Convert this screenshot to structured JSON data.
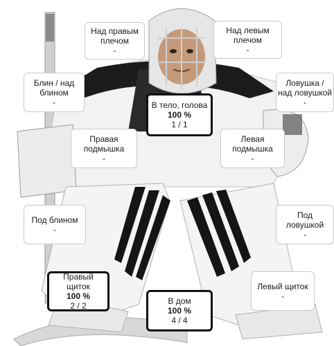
{
  "colors": {
    "background": "#ffffff",
    "box_border": "#c9c9c9",
    "active_border": "#111111",
    "text": "#1a1a1a"
  },
  "image": {
    "subject": "hockey-goalie-illustration"
  },
  "zones": {
    "over_right_shoulder": {
      "label": "Над правым плечом",
      "value": "-"
    },
    "over_left_shoulder": {
      "label": "Над левым плечом",
      "value": "-"
    },
    "blocker_over": {
      "label": "Блин / над блином",
      "value": "-"
    },
    "body_head": {
      "label": "В тело, голова",
      "percent": "100 %",
      "count": "1 / 1"
    },
    "glove_over": {
      "label": "Ловушка / над ловушкой",
      "value": "-"
    },
    "right_armpit": {
      "label": "Правая подмышка",
      "value": "-"
    },
    "left_armpit": {
      "label": "Левая подмышка",
      "value": "-"
    },
    "under_blocker": {
      "label": "Под блином",
      "value": "-"
    },
    "under_glove": {
      "label": "Под ловушкой",
      "value": "-"
    },
    "right_pad": {
      "label": "Правый щиток",
      "percent": "100 %",
      "count": "2 / 2"
    },
    "left_pad": {
      "label": "Левый щиток",
      "value": "-"
    },
    "five_hole": {
      "label": "В дом",
      "percent": "100 %",
      "count": "4 / 4"
    }
  }
}
